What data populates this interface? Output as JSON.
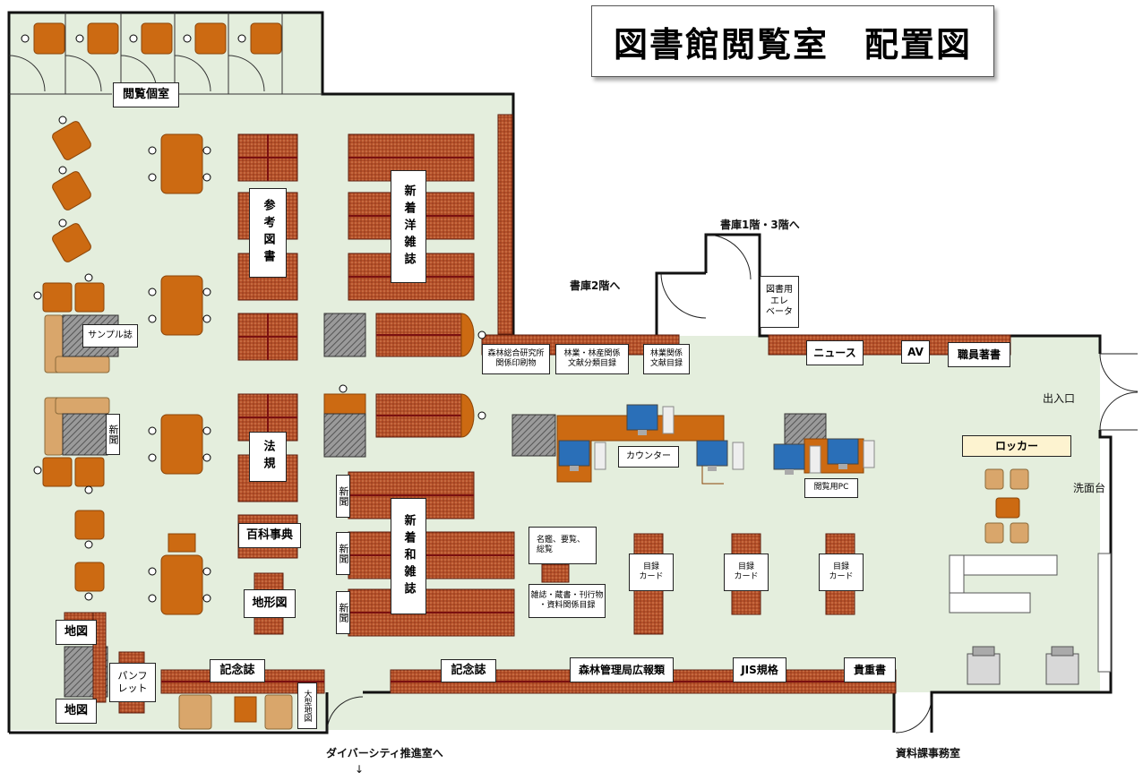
{
  "title": "図書館閲覧室　配置図",
  "labels": {
    "private_rooms": "閲覧個室",
    "reference": "参考図書",
    "new_foreign": "新着洋雑誌",
    "new_japanese": "新着和雑誌",
    "law": "法規",
    "encyclopedia": "百科事典",
    "topographic": "地形図",
    "sample": "サンプル誌",
    "newspaper": "新聞",
    "map": "地図",
    "pamphlet": "パンフレット",
    "commemorative": "記念誌",
    "large_map": "大型地図",
    "forestry_research": "森林総合研究所\n関係印刷物",
    "forestry_catalog": "林業・林産関係\n文献分類目録",
    "forestry_docs": "林業関係\n文献目録",
    "news": "ニュース",
    "av": "AV",
    "staff_books": "職員著書",
    "elevator": "図書用\nエレ\nベータ",
    "counter": "カウンター",
    "pc": "閲覧用PC",
    "locker": "ロッカー",
    "directory": "名鑑、要覧、\n総覧",
    "magazine_catalog": "雑誌・蔵書・刊行物\n・資料関係目録",
    "catalog_card": "目録\nカード",
    "forest_bureau": "森林管理局広報類",
    "jis": "JIS規格",
    "rare": "貴重書"
  },
  "free_text": {
    "stack_1_3": "書庫1階・3階へ",
    "stack_2": "書庫2階へ",
    "entrance": "出入口",
    "washstand": "洗面台",
    "diversity": "ダイバーシティ推進室へ",
    "arrow_down": "↓",
    "office": "資料課事務室"
  },
  "colors": {
    "floor": "#e4eedd",
    "wall": "#111111",
    "shelf": "#b5502a",
    "shelf_line": "#7a1010",
    "table": "#cc6a12",
    "chair": "#d9a66b",
    "gray_block": "#8a8a8a",
    "monitor": "#2a6fb8"
  }
}
